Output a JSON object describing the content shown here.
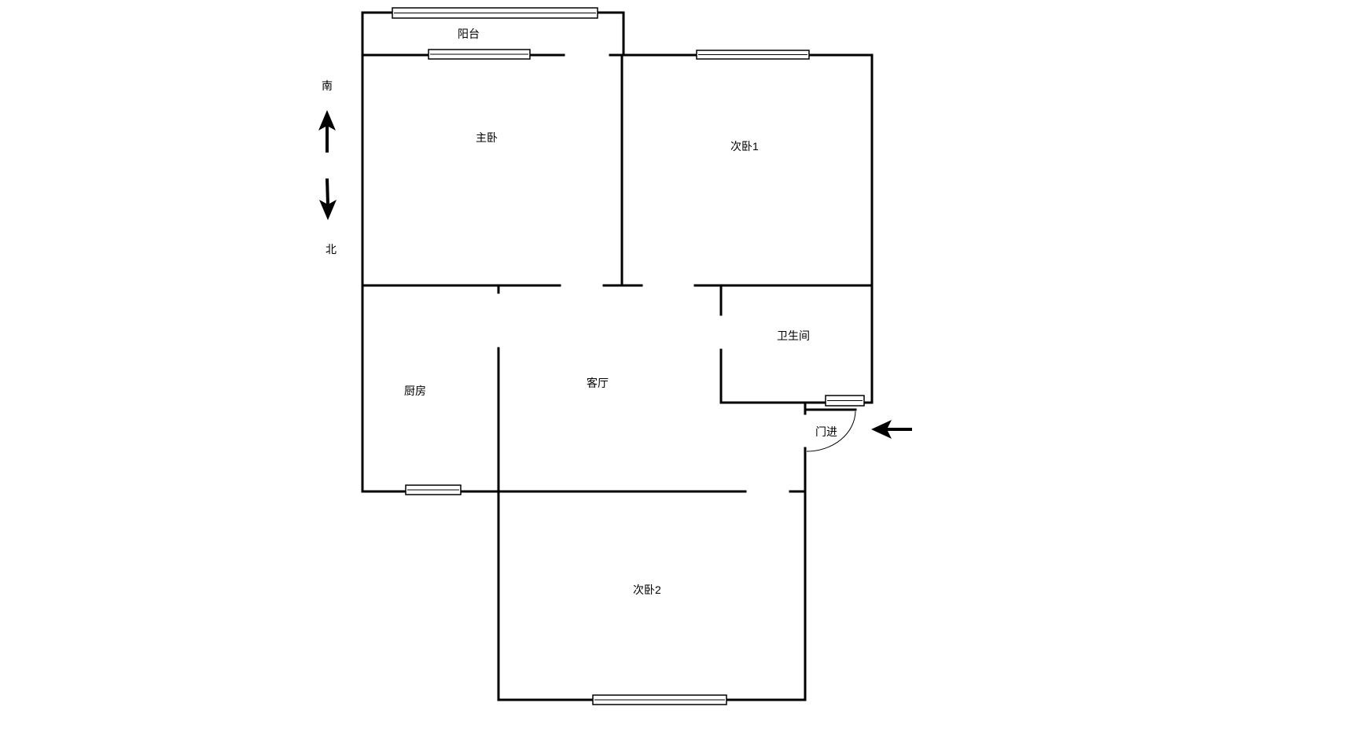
{
  "rooms": {
    "balcony": "阳台",
    "master_bedroom": "主卧",
    "second_bedroom_1": "次卧1",
    "bathroom": "卫生间",
    "kitchen": "厨房",
    "living_room": "客厅",
    "entrance": "门进",
    "second_bedroom_2": "次卧2"
  },
  "compass": {
    "south": "南",
    "north": "北"
  }
}
